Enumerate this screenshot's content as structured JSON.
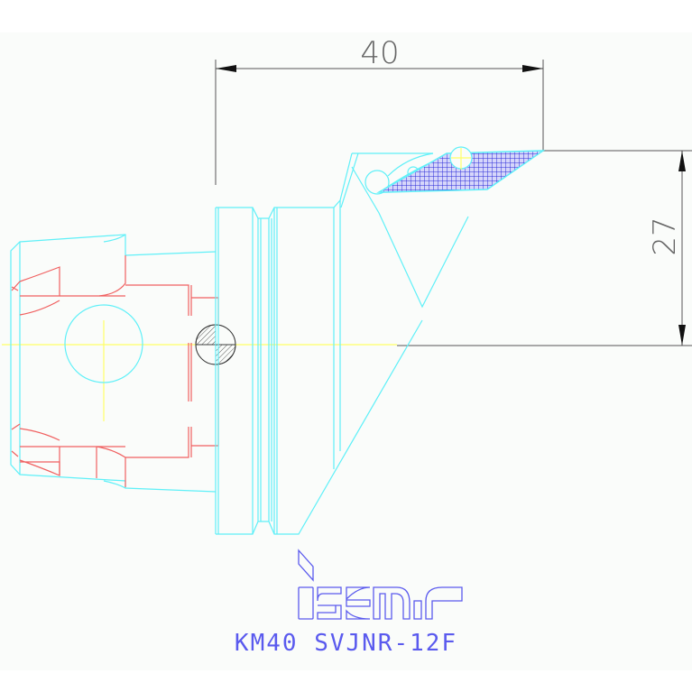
{
  "drawing": {
    "title": "KM40 SVJNR-12F",
    "brand": "iscar",
    "dimensions": {
      "horizontal": {
        "value": "40"
      },
      "vertical": {
        "value": "27"
      }
    },
    "colors": {
      "body_outline": "#5ff0f8",
      "adapter_outline": "#f06060",
      "centerline": "#ffff66",
      "insert_hatch": "#2b2bd8",
      "dimension": "#555555",
      "logo": "#5a5aee",
      "background": "#fafcfa"
    }
  }
}
